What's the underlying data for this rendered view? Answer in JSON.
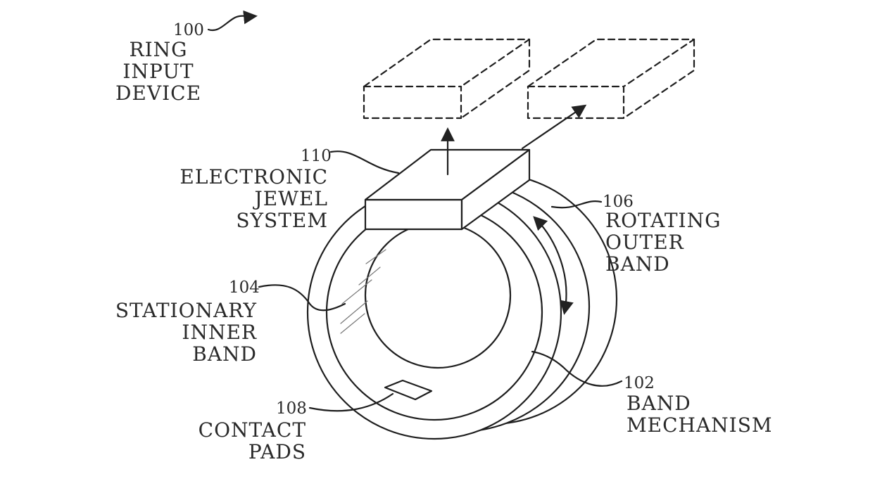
{
  "figure": {
    "callouts": [
      {
        "id": "ring",
        "number": "100",
        "lines": [
          "RING",
          "INPUT",
          "DEVICE"
        ]
      },
      {
        "id": "jewel",
        "number": "110",
        "lines": [
          "ELECTRONIC",
          "JEWEL",
          "SYSTEM"
        ]
      },
      {
        "id": "outer",
        "number": "106",
        "lines": [
          "ROTATING",
          "OUTER",
          "BAND"
        ]
      },
      {
        "id": "inner",
        "number": "104",
        "lines": [
          "STATIONARY",
          "INNER",
          "BAND"
        ]
      },
      {
        "id": "mech",
        "number": "102",
        "lines": [
          "BAND",
          "MECHANISM"
        ]
      },
      {
        "id": "pads",
        "number": "108",
        "lines": [
          "CONTACT",
          "PADS"
        ]
      }
    ]
  }
}
